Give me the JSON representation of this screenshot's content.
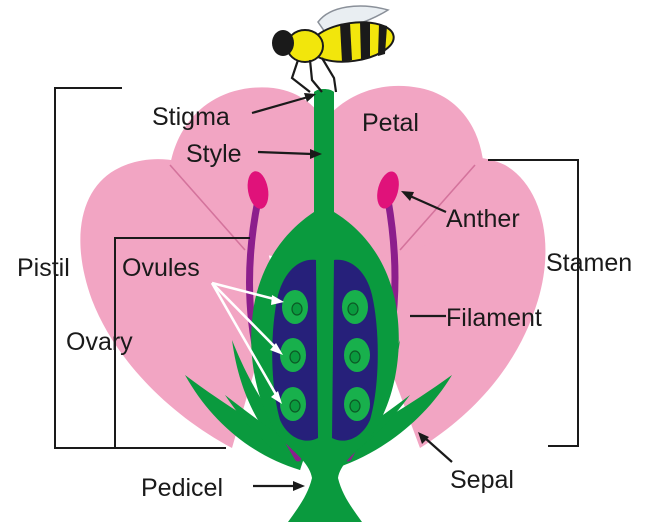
{
  "labels": {
    "stigma": "Stigma",
    "style": "Style",
    "petal": "Petal",
    "anther": "Anther",
    "pistil": "Pistil",
    "ovules": "Ovules",
    "stamen": "Stamen",
    "filament": "Filament",
    "ovary": "Ovary",
    "sepal": "Sepal",
    "pedicel": "Pedicel"
  },
  "colors": {
    "petal": "#f2a5c3",
    "petal_vein": "#d4739c",
    "stem_green": "#0a9a3e",
    "ovary_cavity": "#26207a",
    "ovule_green": "#18b04c",
    "filament_purple": "#8c1e8c",
    "anther_magenta": "#e0127a",
    "bee_yellow": "#f2e60c",
    "bee_black": "#1a1a1a",
    "bee_wing": "#e9eef2",
    "label_text": "#1a1a1a"
  }
}
